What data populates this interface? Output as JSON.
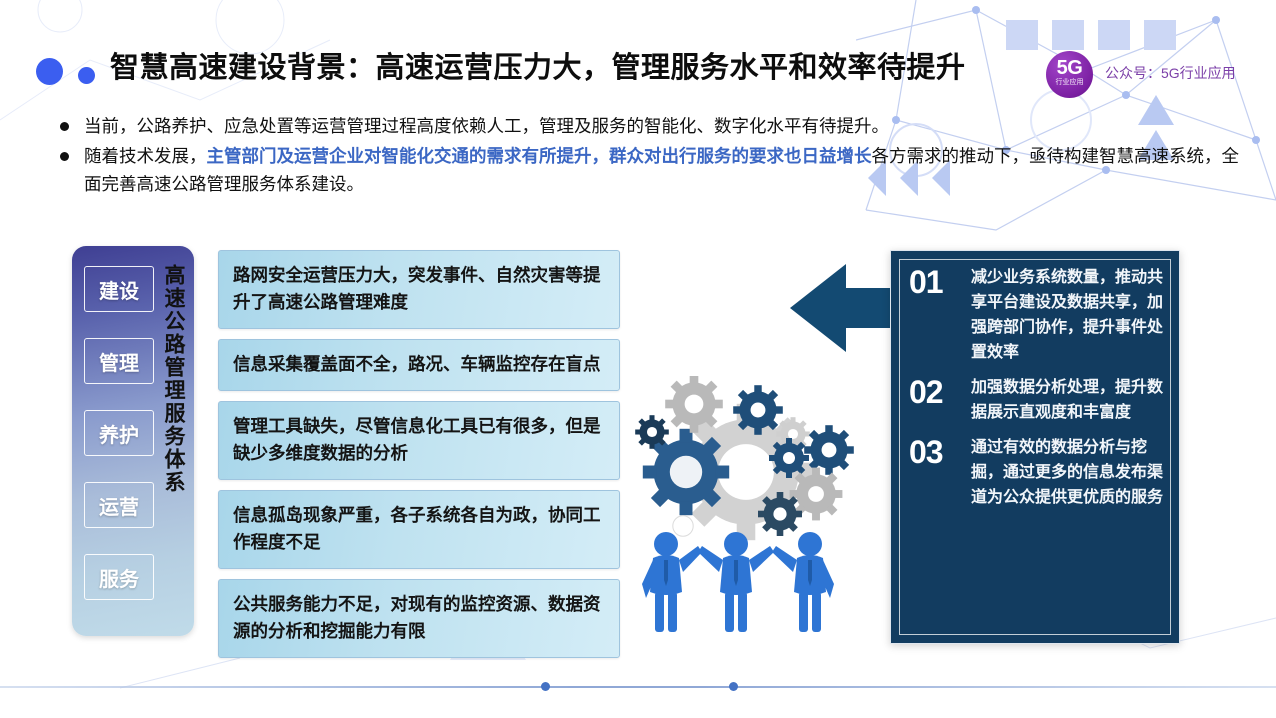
{
  "title": "智慧高速建设背景：高速运营压力大，管理服务水平和效率待提升",
  "badge": {
    "main": "5G",
    "sub": "行业应用"
  },
  "wechat_label": "公众号：5G行业应用",
  "bullets": [
    {
      "parts": [
        {
          "text": "当前，公路养护、应急处置等运营管理过程高度依赖人工，管理及服务的智能化、数字化水平有待提升。",
          "highlight": false
        }
      ]
    },
    {
      "parts": [
        {
          "text": "随着技术发展，",
          "highlight": false
        },
        {
          "text": "主管部门及运营企业对智能化交通的需求有所提升，群众对出行服务的要求也日益增长",
          "highlight": true
        },
        {
          "text": "各方需求的推动下，亟待构建智慧高速系统，全面完善高速公路管理服务体系建设。",
          "highlight": false
        }
      ]
    }
  ],
  "spine": {
    "chips": [
      "建设",
      "管理",
      "养护",
      "运营",
      "服务"
    ],
    "vertical_label": "高速公路管理服务体系"
  },
  "cards": [
    "路网安全运营压力大，突发事件、自然灾害等提升了高速公路管理难度",
    "信息采集覆盖面不全，路况、车辆监控存在盲点",
    "管理工具缺失，尽管信息化工具已有很多，但是缺少多维度数据的分析",
    "信息孤岛现象严重，各子系统各自为政，协同工作程度不足",
    "公共服务能力不足，对现有的监控资源、数据资源的分析和挖掘能力有限"
  ],
  "panel_items": [
    {
      "num": "01",
      "text": "减少业务系统数量，推动共享平台建设及数据共享，加强跨部门协作，提升事件处置效率"
    },
    {
      "num": "02",
      "text": "加强数据分析处理，提升数据展示直观度和丰富度"
    },
    {
      "num": "03",
      "text": "通过有效的数据分析与挖掘，通过更多的信息发布渠道为公众提供更优质的服务"
    }
  ],
  "colors": {
    "accent_blue": "#3b5ef0",
    "highlight_blue": "#3b67c4",
    "panel_navy": "#123c60",
    "badge_purple": "#7b1fa2",
    "card_blue": "#a8d6ea",
    "gear_gray": "#bdbdbd",
    "gear_navy": "#1f4e79",
    "person_blue": "#2e75d4"
  }
}
